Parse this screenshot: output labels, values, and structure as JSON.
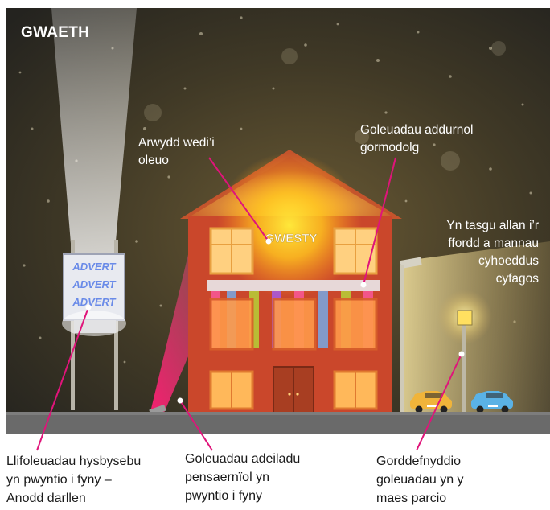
{
  "title": "GWAETH",
  "sign_text": "GWESTY",
  "billboard_text": [
    "ADVERT",
    "ADVERT",
    "ADVERT"
  ],
  "labels": {
    "lit_sign": [
      "Arwydd wedi’i",
      "oleuo"
    ],
    "decorative": [
      "Goleuadau addurnol",
      "gormodolg"
    ],
    "spill": [
      "Yn tasgu allan i’r",
      "ffordd a mannau",
      "cyhoeddus",
      "cyfagos"
    ]
  },
  "captions": {
    "billboard": [
      "Llifoleuadau hysbysebu",
      "yn pwyntio i fyny –",
      "Anodd darllen"
    ],
    "uplight": [
      "Goleuadau adeiladu",
      "pensaernïol yn",
      "pwyntio i fyny"
    ],
    "parking": [
      "Gorddefnyddio",
      "goleuadau yn y",
      "maes parcio"
    ]
  },
  "colors": {
    "sky": "#3a3628",
    "label_line": "#e0147a",
    "building": "#b83a22",
    "window": "#ffb347"
  }
}
